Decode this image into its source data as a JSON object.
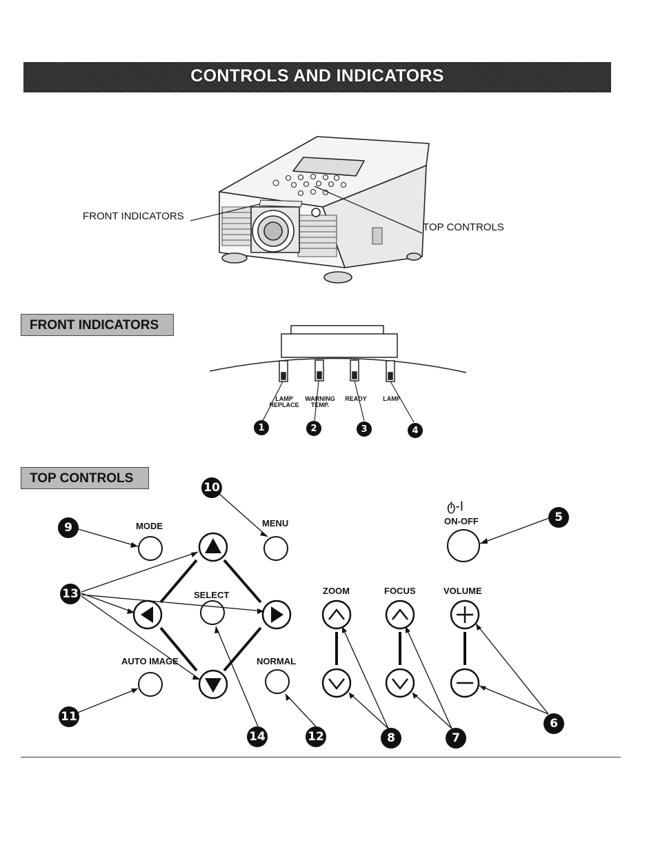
{
  "page_title": "CONTROLS AND INDICATORS",
  "overview": {
    "front_indicators_label": "FRONT INDICATORS",
    "top_controls_label": "TOP CONTROLS"
  },
  "front_indicators": {
    "heading": "FRONT INDICATORS",
    "indicators": [
      {
        "number": "1",
        "label": "LAMP\nREPLACE"
      },
      {
        "number": "2",
        "label": "WARNING\nTEMP."
      },
      {
        "number": "3",
        "label": "READY"
      },
      {
        "number": "4",
        "label": "LAMP"
      }
    ]
  },
  "top_controls": {
    "heading": "TOP CONTROLS",
    "labels": {
      "mode": "MODE",
      "menu": "MENU",
      "select": "SELECT",
      "auto_image": "AUTO IMAGE",
      "normal": "NORMAL",
      "zoom": "ZOOM",
      "focus": "FOCUS",
      "volume": "VOLUME",
      "on_off": "ON-OFF",
      "power_symbol": "ტ-I"
    },
    "callouts": {
      "n5": "5",
      "n6": "6",
      "n7": "7",
      "n8": "8",
      "n9": "9",
      "n10": "10",
      "n11": "11",
      "n12": "12",
      "n13": "13",
      "n14": "14"
    }
  }
}
